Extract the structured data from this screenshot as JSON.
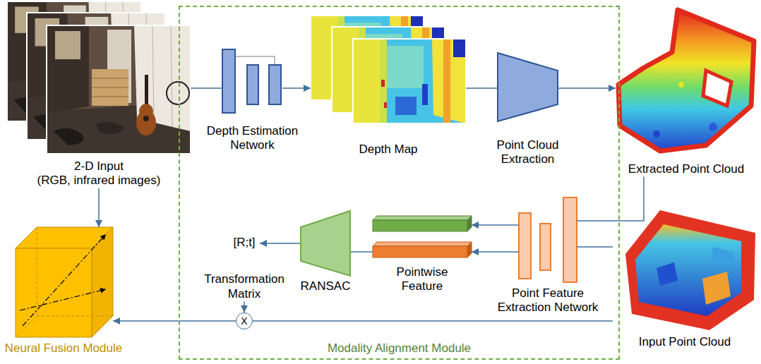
{
  "diagram": {
    "nodes": [
      {
        "text": [
          "2-D Input",
          "(RGB, infrared images)"
        ]
      },
      {
        "text": [
          "Modality Alignment Module"
        ]
      },
      {
        "text": [
          "Depth Estimation Network"
        ],
        "in": 1
      },
      {
        "text": [
          "Depth Map"
        ],
        "in": 1
      },
      {
        "text": [
          "Point Cloud Extraction"
        ],
        "in": 1
      },
      {
        "text": [
          "Extracted Point Cloud"
        ]
      },
      {
        "text": [
          "[R;t]",
          "Transformation Matrix"
        ],
        "in": 1
      },
      {
        "text": [
          "RANSAC"
        ],
        "in": 1
      },
      {
        "text": [
          "Pointwise Feature"
        ],
        "in": 1
      },
      {
        "text": [
          "Point Feature Extraction Network"
        ],
        "in": 1
      },
      {
        "text": [
          "Input Point Cloud"
        ]
      },
      {
        "text": [
          "X"
        ],
        "in": 1
      },
      {
        "text": [
          "Neural Fusion Module"
        ]
      }
    ],
    "edges": [
      {
        "from": 0,
        "to": 2,
        "arrow": "none"
      },
      {
        "from": 2,
        "to": 3,
        "arrow": "to"
      },
      {
        "from": 3,
        "to": 4,
        "arrow": "none"
      },
      {
        "from": 4,
        "to": 5,
        "arrow": "to"
      },
      {
        "from": 5,
        "to": 9,
        "arrow": "none"
      },
      {
        "from": 10,
        "to": 9,
        "arrow": "none"
      },
      {
        "from": 9,
        "to": 8,
        "arrow": "to"
      },
      {
        "from": 9,
        "to": 8,
        "arrow": "to"
      },
      {
        "from": 8,
        "to": 7,
        "arrow": "none"
      },
      {
        "from": 7,
        "to": 6,
        "arrow": "to"
      },
      {
        "from": 6,
        "to": 11,
        "arrow": "to"
      },
      {
        "from": 10,
        "to": 11,
        "arrow": "none"
      },
      {
        "from": 11,
        "to": 12,
        "arrow": "to"
      },
      {
        "from": 0,
        "to": 12,
        "arrow": "to"
      }
    ]
  }
}
